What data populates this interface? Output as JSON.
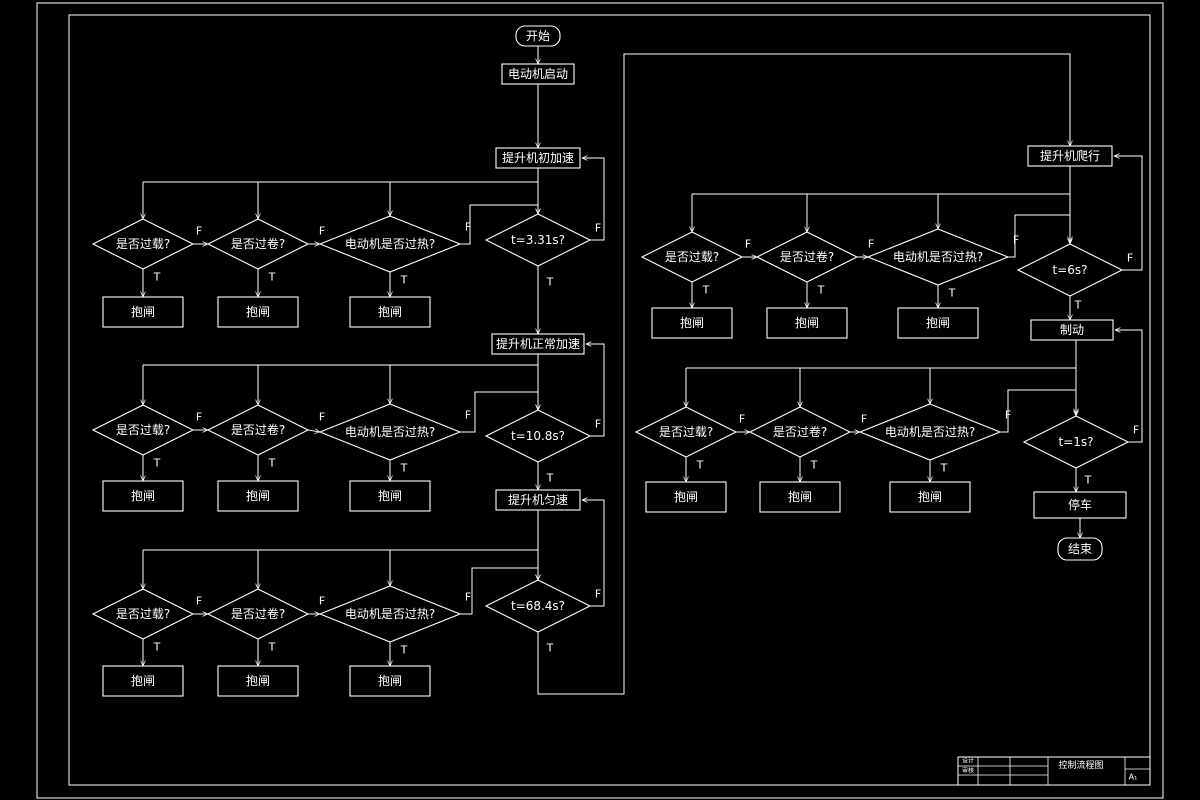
{
  "start": "开始",
  "end": "结束",
  "motor_start": "电动机启动",
  "phases": {
    "initial_accel": "提升机初加速",
    "normal_accel": "提升机正常加速",
    "constant": "提升机匀速",
    "crawl": "提升机爬行",
    "brake": "制动",
    "stop": "停车"
  },
  "checks": {
    "overload": "是否过载?",
    "overwind": "是否过卷?",
    "overheat": "电动机是否过热?"
  },
  "action_brake": "抱闸",
  "time_checks": [
    "t=3.31s?",
    "t=10.8s?",
    "t=68.4s?",
    "t=6s?",
    "t=1s?"
  ],
  "branch_true": "T",
  "branch_false": "F",
  "title_block": {
    "drawing_title": "控制流程图",
    "size": "A₁",
    "row1_label": "设计",
    "row2_label": "审核"
  }
}
